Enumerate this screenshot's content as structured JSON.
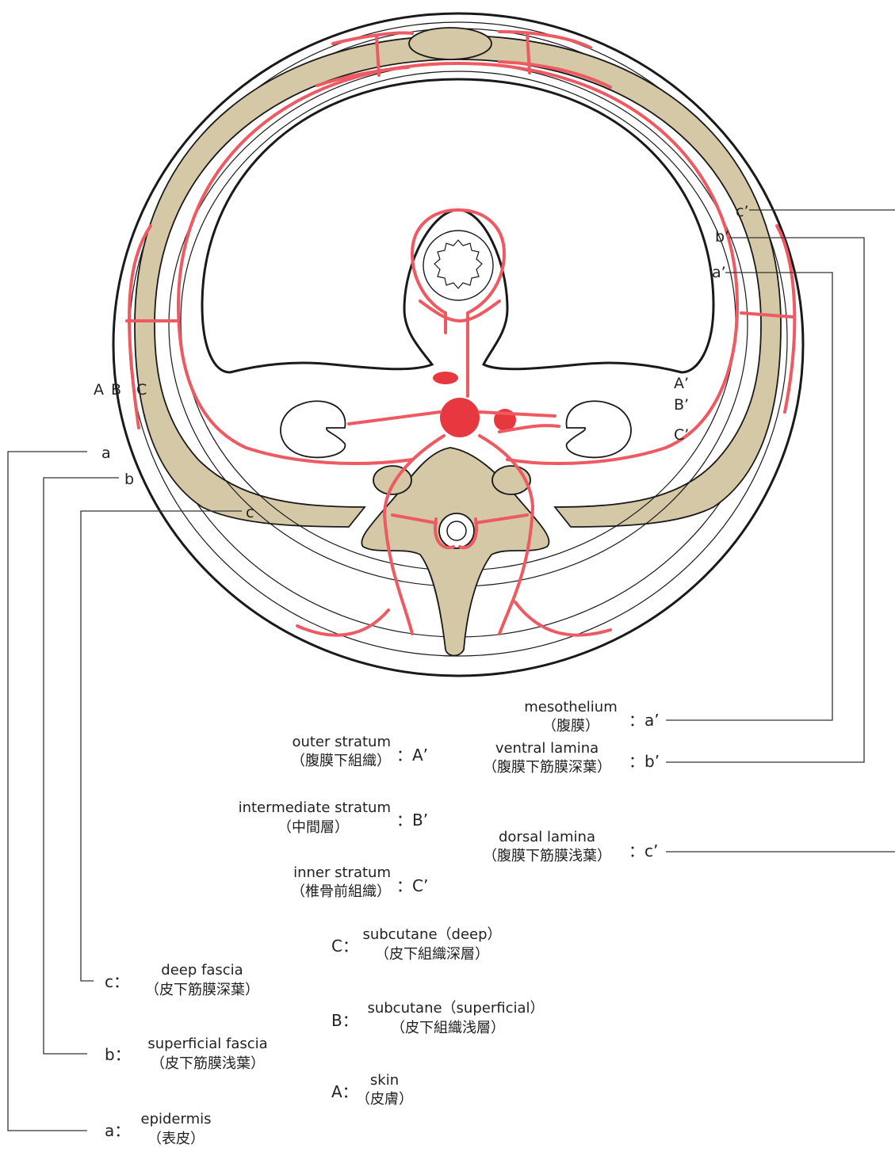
{
  "colors": {
    "vessel": "#ee5a62",
    "vessel_dark": "#e8383f",
    "bone": "#d4c8a6",
    "outline": "#1a1a1a"
  },
  "region_labels": {
    "A": "A",
    "B": "B",
    "C": "C",
    "a": "a",
    "b": "b",
    "c": "c",
    "A_prime": "A’",
    "B_prime": "B’",
    "C_prime": "C’",
    "a_prime": "a’",
    "b_prime": "b’",
    "c_prime": "c’"
  },
  "right_legend": [
    {
      "en": "mesothelium",
      "jp": "（腹膜）",
      "key": "：a’"
    },
    {
      "en": "ventral lamina",
      "jp": "（腹膜下筋膜深葉）",
      "key": "：b’"
    },
    {
      "en": "dorsal lamina",
      "jp": "（腹膜下筋膜浅葉）",
      "key": "：c’"
    }
  ],
  "middle_legend": [
    {
      "en": "outer stratum",
      "jp": "（腹膜下組織）",
      "key": "：A’"
    },
    {
      "en": "intermediate stratum",
      "jp": "（中間層）",
      "key": "：B’"
    },
    {
      "en": "inner stratum",
      "jp": "（椎骨前組織）",
      "key": "：C’"
    }
  ],
  "center_legend": [
    {
      "key": "C：",
      "en": "subcutane（deep）",
      "jp": "（皮下組織深層）"
    },
    {
      "key": "B：",
      "en": "subcutane（superficial）",
      "jp": "（皮下組織浅層）"
    },
    {
      "key": "A：",
      "en": "skin",
      "jp": "（皮膚）"
    }
  ],
  "left_legend": [
    {
      "key": "c：",
      "en": "deep fascia",
      "jp": "（皮下筋膜深葉）"
    },
    {
      "key": "b：",
      "en": "superficial fascia",
      "jp": "（皮下筋膜浅葉）"
    },
    {
      "key": "a：",
      "en": "epidermis",
      "jp": "（表皮）"
    }
  ]
}
